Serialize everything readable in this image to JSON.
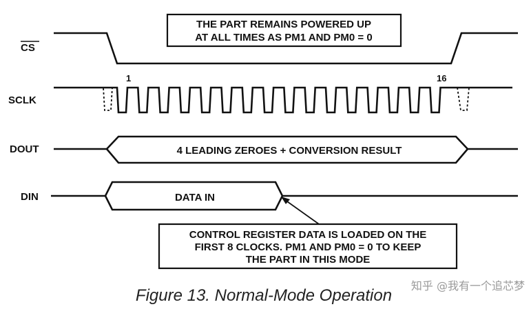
{
  "signals": {
    "cs": "CS",
    "sclk": "SCLK",
    "dout": "DOUT",
    "din": "DIN"
  },
  "clock": {
    "first_label": "1",
    "last_label": "16"
  },
  "top_note": {
    "line1": "THE PART REMAINS POWERED UP",
    "line2": "AT ALL TIMES AS PM1 AND PM0 = 0"
  },
  "dout_label": "4 LEADING ZEROES + CONVERSION RESULT",
  "din_label": "DATA IN",
  "bottom_note": {
    "line1": "CONTROL REGISTER DATA IS LOADED ON THE",
    "line2": "FIRST 8 CLOCKS. PM1 AND PM0 = 0 TO KEEP",
    "line3": "THE PART IN THIS MODE"
  },
  "caption": "Figure 13.  Normal-Mode Operation",
  "watermark": "知乎 @我有一个追芯梦"
}
